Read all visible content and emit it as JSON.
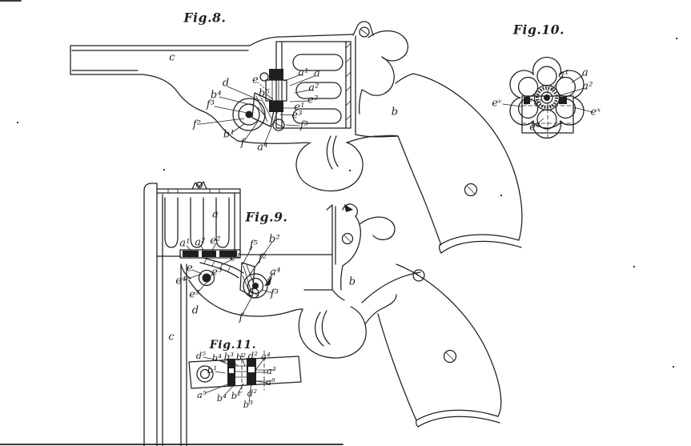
{
  "colors": {
    "ink": "#1f1f1f",
    "paper": "#ffffff"
  },
  "fig8": {
    "title": "Fig.8.",
    "parts": {
      "c": "c",
      "d": "d",
      "b4": "b⁴",
      "f3_left": "f³",
      "f2": "f²",
      "b1": "b¹",
      "f": "f",
      "a4": "a⁴",
      "e": "e",
      "b5": "b⁵",
      "a1": "a¹",
      "a": "a",
      "a2": "a²",
      "e2": "e²",
      "e1": "e¹",
      "e3": "e³",
      "f3_right": "f³",
      "b": "b"
    }
  },
  "fig9": {
    "title": "Fig.9.",
    "parts": {
      "a": "a",
      "a1": "a¹",
      "a2": "a²",
      "e2": "e²",
      "e1": "e¹",
      "f5": "f⁵",
      "b2": "b²",
      "f2": "f²",
      "a4": "a⁴",
      "f3": "f³",
      "e": "e",
      "e4": "e⁴",
      "e3": "e³",
      "e5": "e⁵",
      "d": "d",
      "f": "f",
      "c": "c",
      "b": "b"
    }
  },
  "fig10": {
    "title": "Fig.10.",
    "parts": {
      "a1": "a¹",
      "a": "a",
      "a2": "a²",
      "ev": "eᵛ",
      "e2": "e²",
      "e1": "e¹",
      "ex": "eˣ",
      "e3": "e³"
    }
  },
  "fig11": {
    "title": "Fig.11.",
    "parts": {
      "d5": "d⁵",
      "b4_top": "b⁴",
      "b3_top": "b³",
      "b2_top": "b²",
      "d2_top": "d²",
      "a4": "a⁴",
      "b1": "b¹",
      "a3": "a³",
      "a6": "a⁶",
      "a5": "a⁵",
      "b4_bottom": "b⁴",
      "b2_bottom": "b²",
      "d2_bottom": "d²",
      "b3_bottom": "b³"
    }
  }
}
